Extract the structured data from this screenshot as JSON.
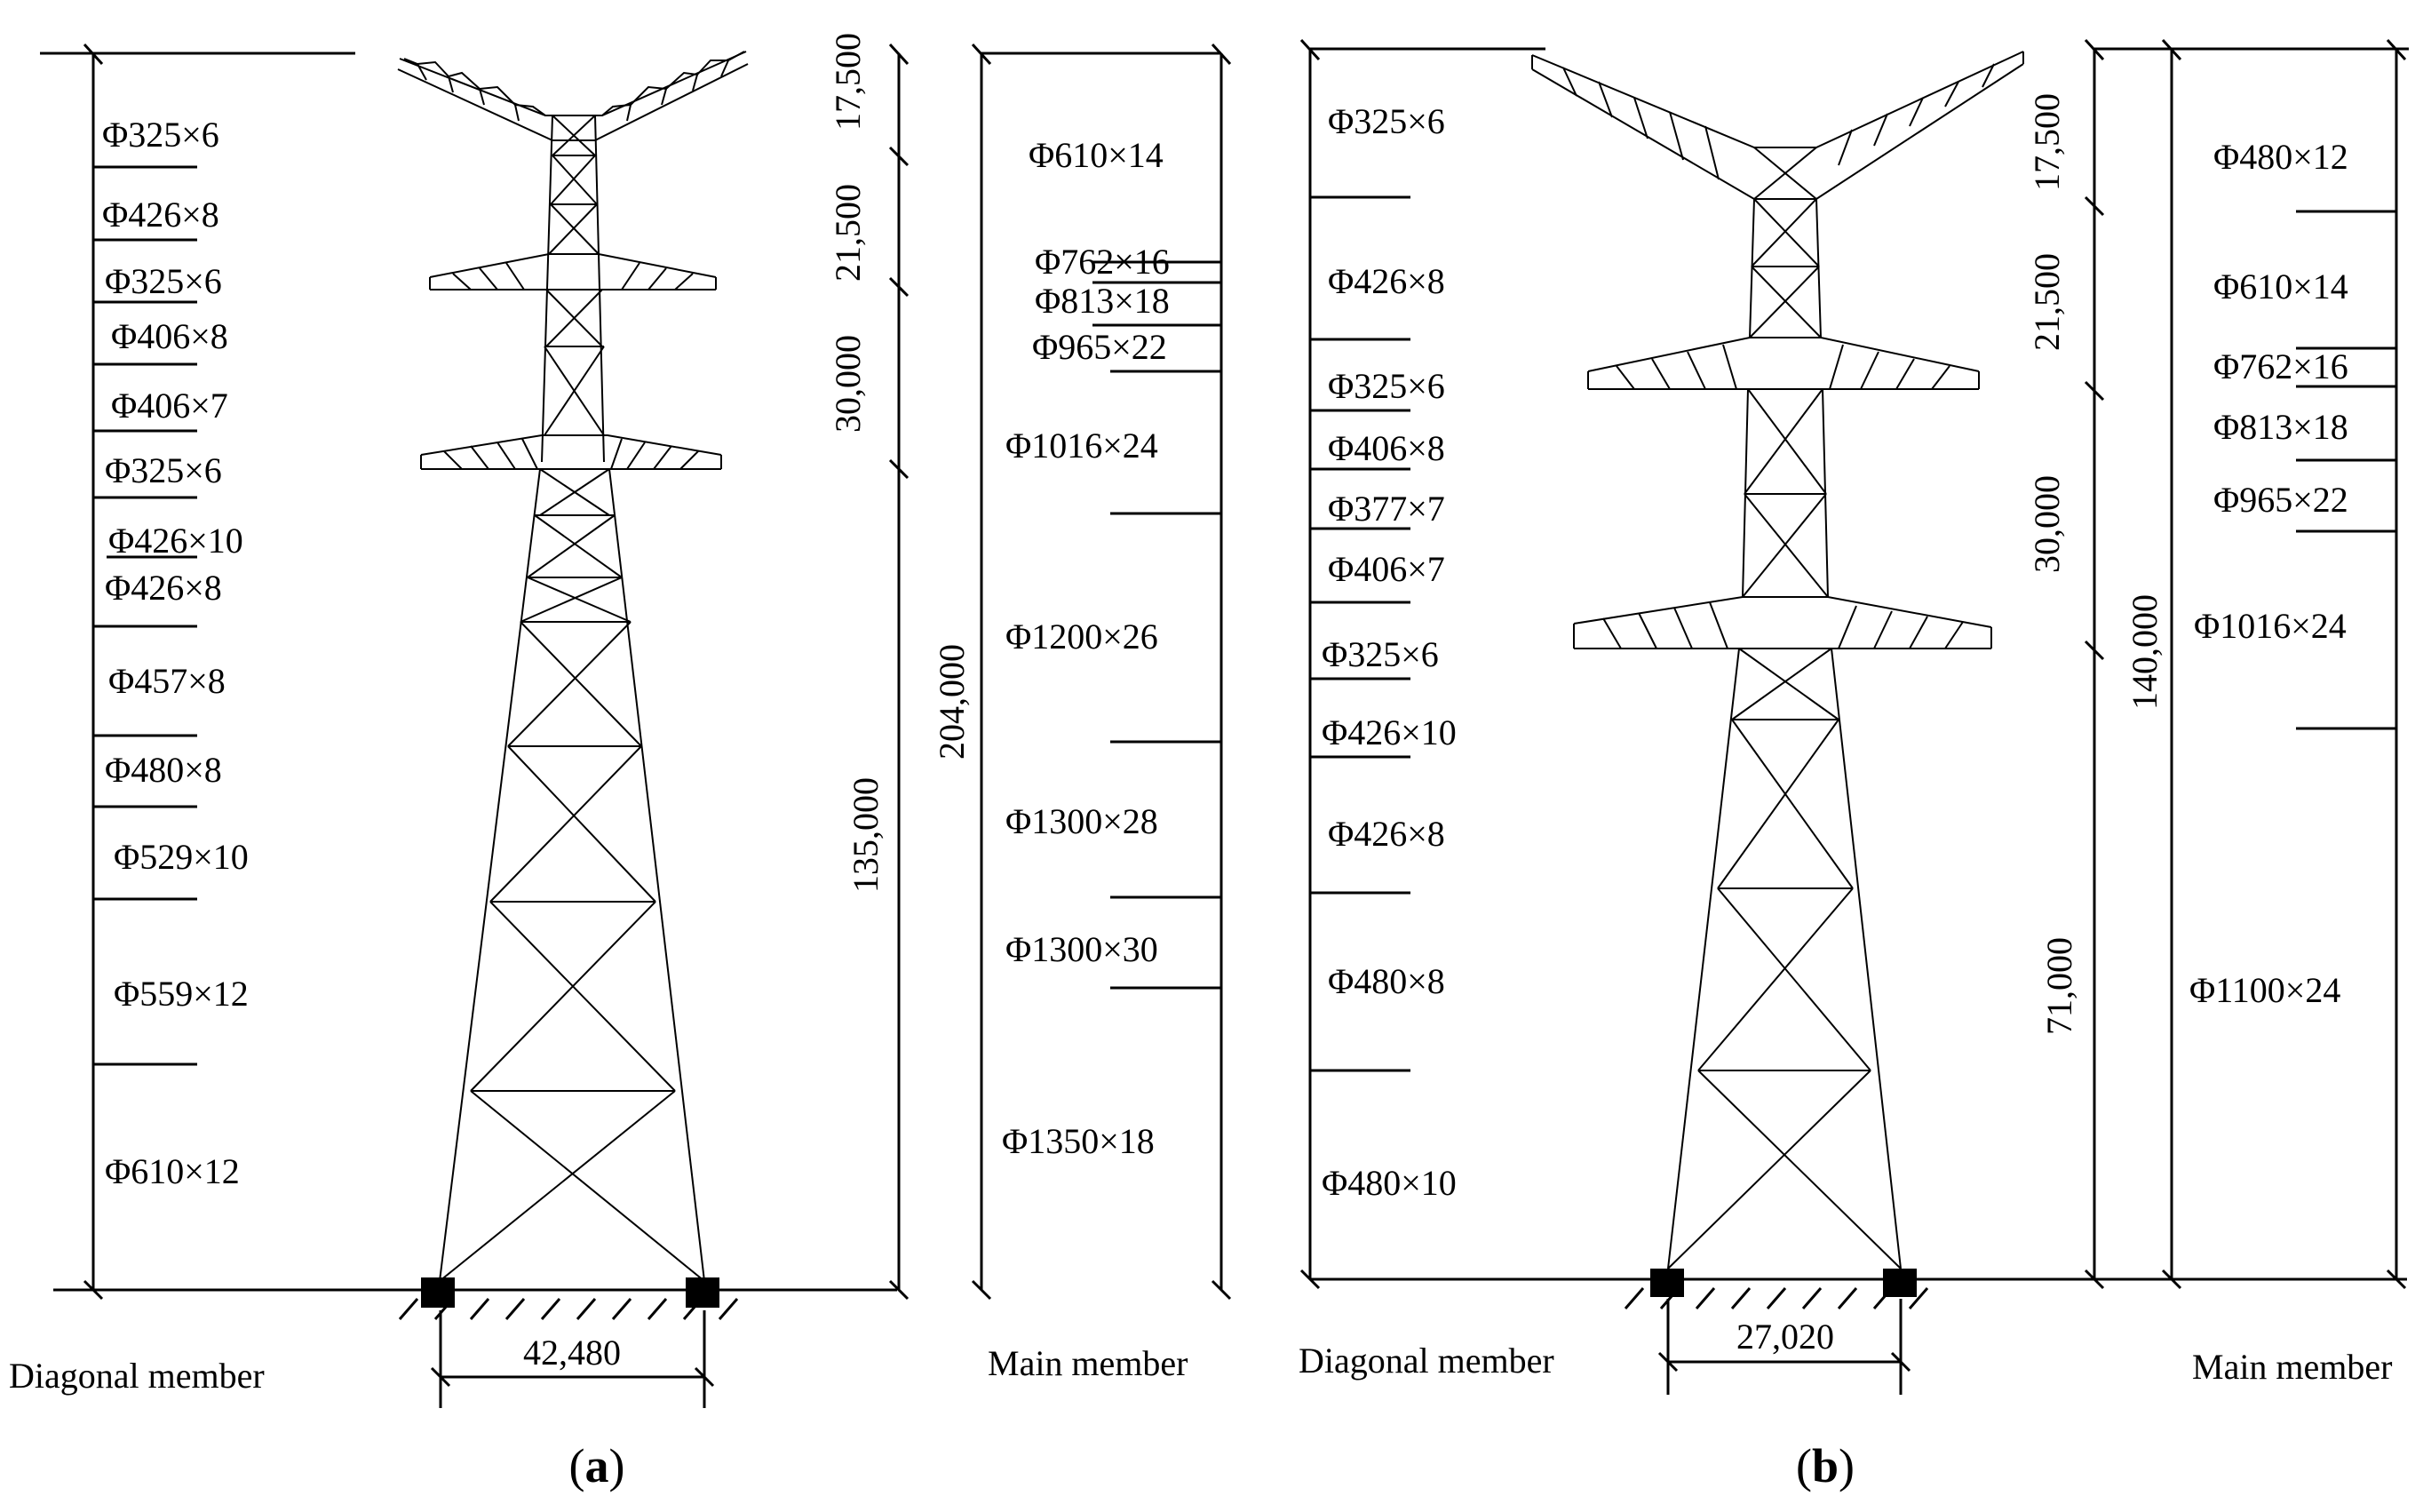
{
  "panels": [
    {
      "id": "a",
      "caption_letter": "a",
      "diagonal_label": "Diagonal member",
      "main_label": "Main member",
      "base_width": "42,480",
      "height_total": "204,000",
      "segment_heights": [
        "17,500",
        "21,500",
        "30,000",
        "135,000"
      ],
      "diagonal_sections": [
        "Φ325×6",
        "Φ426×8",
        "Φ325×6",
        "Φ406×8",
        "Φ406×7",
        "Φ325×6",
        "Φ426×10",
        "Φ426×8",
        "Φ457×8",
        "Φ480×8",
        "Φ529×10",
        "Φ559×12",
        "Φ610×12"
      ],
      "main_sections": [
        "Φ610×14",
        "Φ762×16",
        "Φ813×18",
        "Φ965×22",
        "Φ1016×24",
        "Φ1200×26",
        "Φ1300×28",
        "Φ1300×30",
        "Φ1350×18"
      ]
    },
    {
      "id": "b",
      "caption_letter": "b",
      "diagonal_label": "Diagonal member",
      "main_label": "Main member",
      "base_width": "27,020",
      "height_total": "140,000",
      "segment_heights": [
        "17,500",
        "21,500",
        "30,000",
        "71,000"
      ],
      "diagonal_sections": [
        "Φ325×6",
        "Φ426×8",
        "Φ325×6",
        "Φ406×8",
        "Φ377×7",
        "Φ406×7",
        "Φ325×6",
        "Φ426×10",
        "Φ426×8",
        "Φ480×8",
        "Φ480×10"
      ],
      "main_sections": [
        "Φ480×12",
        "Φ610×14",
        "Φ762×16",
        "Φ813×18",
        "Φ965×22",
        "Φ1016×24",
        "Φ1100×24"
      ]
    }
  ]
}
